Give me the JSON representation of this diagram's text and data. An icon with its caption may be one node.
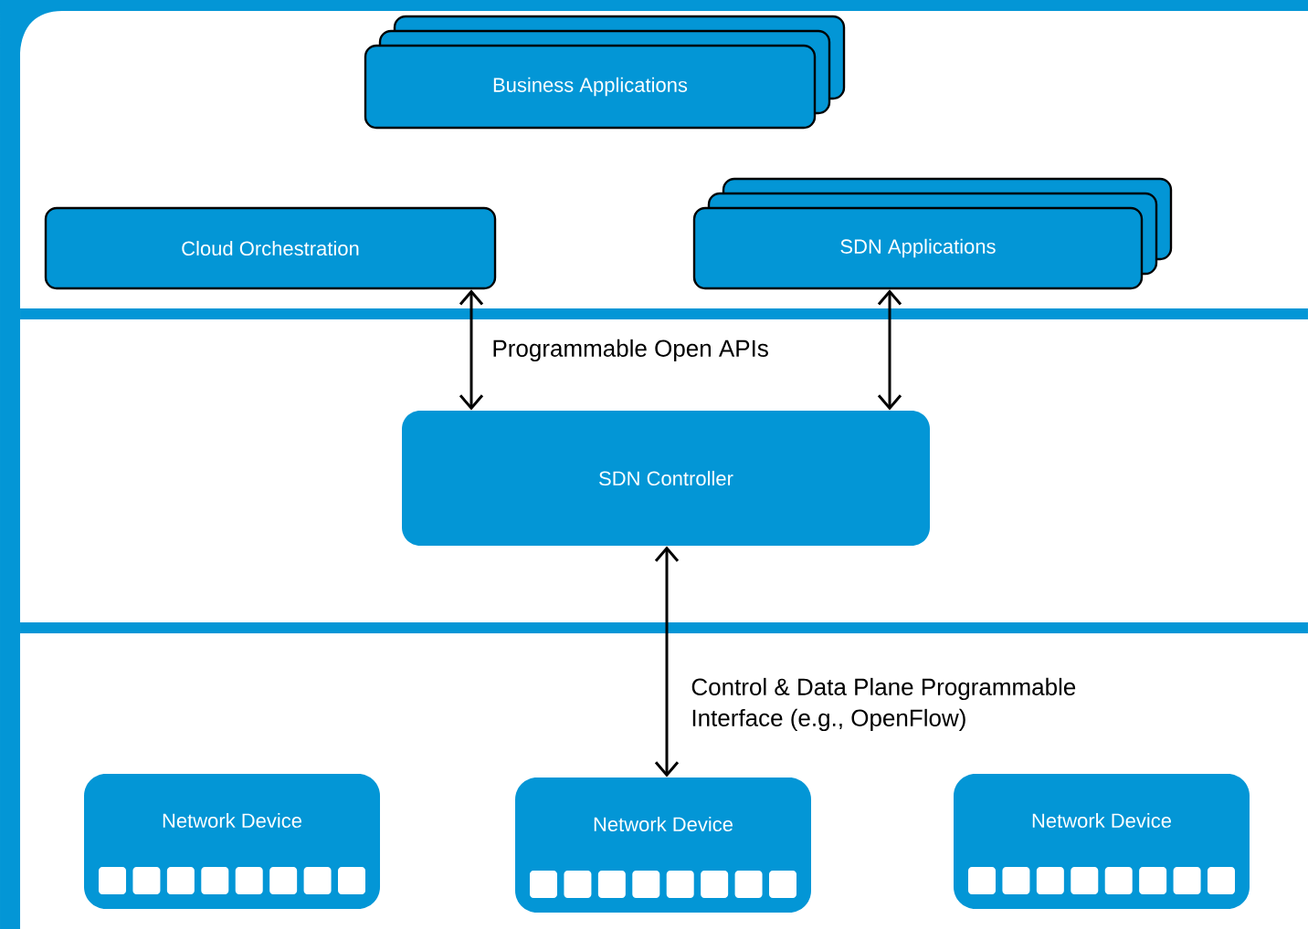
{
  "diagram": {
    "nodes": [
      {
        "text": [
          "Business Applications"
        ]
      },
      {
        "text": [
          "Cloud Orchestration"
        ]
      },
      {
        "text": [
          "SDN Applications"
        ]
      },
      {
        "text": [
          "SDN Controller"
        ]
      },
      {
        "text": [
          "Network Device"
        ]
      },
      {
        "text": [
          "Network Device"
        ]
      },
      {
        "text": [
          "Network Device"
        ]
      }
    ],
    "edges": [
      {
        "from": 1,
        "to": 3,
        "arrow": "both"
      },
      {
        "from": 2,
        "to": 3,
        "arrow": "both"
      },
      {
        "from": 3,
        "to": 5,
        "arrow": "both"
      }
    ],
    "labels": [
      "Programmable Open APIs",
      "Control & Data Plane Programmable Interface (e.g., OpenFlow)"
    ]
  }
}
